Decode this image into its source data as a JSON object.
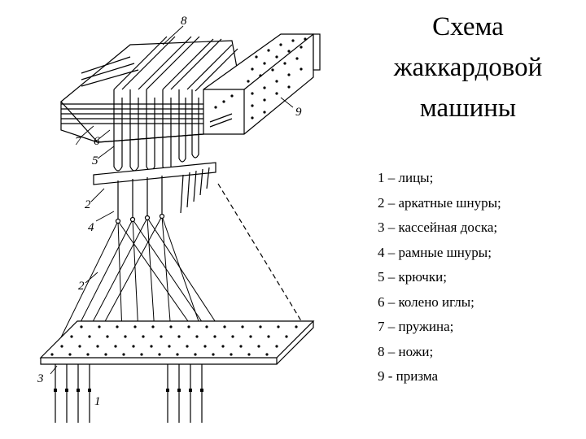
{
  "title": {
    "lines": [
      "Схема",
      "жаккардовой",
      "машины"
    ]
  },
  "legend": [
    "1 – лицы;",
    "2 – аркатные шнуры;",
    "3 – кассейная доска;",
    "4 – рамные шнуры;",
    "5 – крючки;",
    "6 – колено иглы;",
    "7 – пружина;",
    "8 – ножи;",
    "9 - призма"
  ],
  "callouts": {
    "c1": "1",
    "c2a": "2",
    "c2b": "2",
    "c3": "3",
    "c4": "4",
    "c5": "5",
    "c6": "6",
    "c7": "7",
    "c8": "8",
    "c9": "9"
  },
  "colors": {
    "ink": "#000000",
    "paper": "#ffffff"
  }
}
